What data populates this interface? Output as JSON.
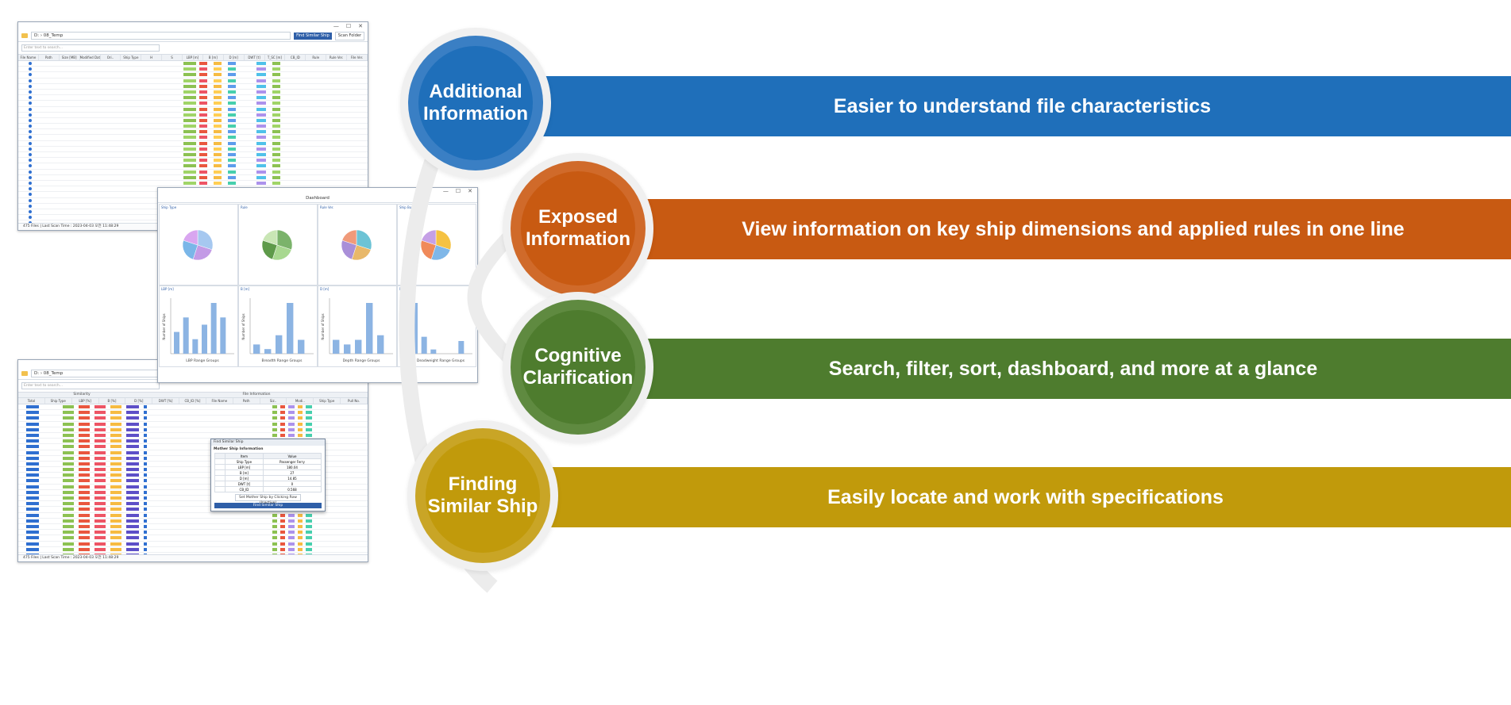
{
  "window1": {
    "title_controls": [
      "—",
      "☐",
      "✕"
    ],
    "path": "D: › 08_Temp",
    "find_btn": "Find Similar Ship",
    "scan_btn": "Scan Folder",
    "search_placeholder": "Enter text to search...",
    "columns": [
      "File Name",
      "Path",
      "Size [MB]",
      "Modified Date",
      "Ori..",
      "Ship Type",
      "H",
      "S",
      "LBP [m]",
      "B [m]",
      "D [m]",
      "DWT [t]",
      "T_SC [m]",
      "CB_ID",
      "Rule",
      "Rule Ver.",
      "File Ver."
    ],
    "status": "475 Files  |  Last Scan Time : 2023-04-03 오전 11:48:29"
  },
  "dashboard": {
    "title_controls": [
      "—",
      "☐",
      "✕"
    ],
    "title": "Dashboard",
    "panels_top": [
      "Ship Type",
      "Rule",
      "Rule Ver.",
      "Ship Builder"
    ],
    "panels_bottom": [
      "LBP [m]",
      "B [m]",
      "D [m]",
      "DWT [t]"
    ],
    "xlabels": [
      "LBP Range Groups",
      "Breadth Range Groups",
      "Depth Range Groups",
      "Deadweight Range Groups"
    ],
    "ylabel": "Number of Ships"
  },
  "window2": {
    "path": "D: › 08_Temp",
    "search_placeholder": "Enter text to search...",
    "group_headers": [
      "Similarity",
      "File Information"
    ],
    "columns": [
      "Total",
      "Ship Type",
      "LBP [%]",
      "B [%]",
      "D [%]",
      "DWT [%]",
      "CB_ID [%]",
      "File Name",
      "Path",
      "Siz..",
      "Modi..",
      "Ship Type",
      "Pull No."
    ],
    "status": "475 Files  |  Last Scan Time : 2023-04-03 오전 11:48:29",
    "popup": {
      "title": "Find Similar Ship",
      "section": "Mother Ship Information",
      "col_item": "Item",
      "col_value": "Value",
      "rows": [
        {
          "item": "Ship Type",
          "value": "Passenger Ferry"
        },
        {
          "item": "LBP [m]",
          "value": "180.04"
        },
        {
          "item": "B [m]",
          "value": "27"
        },
        {
          "item": "D [m]",
          "value": "14.85"
        },
        {
          "item": "DWT [t]",
          "value": "0"
        },
        {
          "item": "CB_ID",
          "value": "0.568"
        }
      ],
      "set_btn": "Set Mother Ship by Clicking Row (Inactive)",
      "find_btn": "Find Similar Ship"
    }
  },
  "features": [
    {
      "circle": "Additional\nInformation",
      "band": "Easier to understand file characteristics",
      "color": "#1f6fba",
      "ring": "#3a7fc4"
    },
    {
      "circle": "Exposed\nInformation",
      "band": "View information on key ship dimensions and applied rules in one line",
      "color": "#c85a12",
      "ring": "#d06a2a"
    },
    {
      "circle": "Cognitive\nClarification",
      "band": "Search, filter, sort, dashboard, and more at a glance",
      "color": "#4e7c2e",
      "ring": "#5f8a40"
    },
    {
      "circle": "Finding\nSimilar Ship",
      "band": "Easily locate and work with specifications",
      "color": "#c19a0b",
      "ring": "#c9a526"
    }
  ]
}
